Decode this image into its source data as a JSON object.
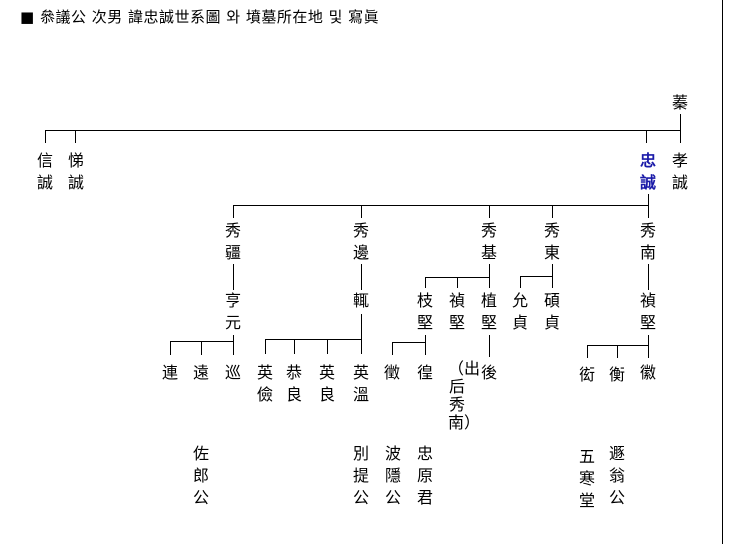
{
  "title": "■ 叅議公 次男 諱忠誠世系圖 와 墳墓所在地 및 寫眞",
  "colors": {
    "highlight": "#1a1aa8"
  },
  "gen1": {
    "root": "蓁"
  },
  "gen2": [
    "信誠",
    "悌誠",
    "忠誠",
    "孝誠"
  ],
  "gen3": [
    "秀疆",
    "秀邊",
    "秀基",
    "秀東",
    "秀南"
  ],
  "gen4": [
    "亨元",
    "輒",
    "枝堅",
    "禎堅",
    "植堅",
    "允貞",
    "碩貞",
    "禎堅"
  ],
  "gen5": [
    "連",
    "遠",
    "巡",
    "英儉",
    "恭良",
    "英良",
    "英溫",
    "徵",
    "徨",
    "（出后秀南）",
    "後",
    "衒",
    "衡",
    "徽"
  ],
  "titles": [
    "佐郎公",
    "別提公",
    "波隱公",
    "忠原君",
    "五寒堂",
    "遯翁公"
  ]
}
